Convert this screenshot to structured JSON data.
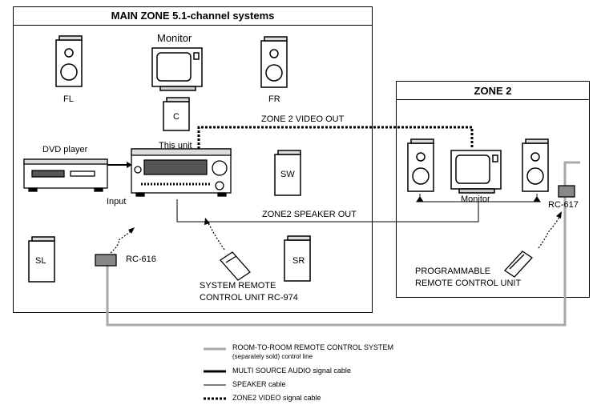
{
  "main_zone": {
    "title": "MAIN ZONE 5.1-channel systems"
  },
  "zone2": {
    "title": "ZONE 2"
  },
  "labels": {
    "monitor_main": "Monitor",
    "fl": "FL",
    "fr": "FR",
    "c": "C",
    "dvd": "DVD player",
    "this_unit": "This unit",
    "input": "Input",
    "sw": "SW",
    "sl": "SL",
    "sr": "SR",
    "rc616": "RC-616",
    "system_remote_1": "SYSTEM REMOTE",
    "system_remote_2": "CONTROL UNIT RC-974",
    "zone2_video_out": "ZONE 2 VIDEO OUT",
    "zone2_speaker_out": "ZONE2 SPEAKER OUT",
    "monitor_zone2": "Monitor",
    "rc617": "RC-617",
    "prog_remote_1": "PROGRAMMABLE",
    "prog_remote_2": "REMOTE CONTROL UNIT"
  },
  "legend": [
    {
      "style": "gray-thick",
      "line1": "ROOM-TO-ROOM REMOTE CONTROL SYSTEM",
      "line2": "(separately sold) control line"
    },
    {
      "style": "black-thick",
      "line1": "MULTI SOURCE  AUDIO signal cable",
      "line2": ""
    },
    {
      "style": "black-thin",
      "line1": "SPEAKER cable",
      "line2": ""
    },
    {
      "style": "dotted",
      "line1": "ZONE2 VIDEO signal cable",
      "line2": ""
    }
  ],
  "colors": {
    "control_line": "#a8a8a8",
    "cable": "#000000"
  }
}
